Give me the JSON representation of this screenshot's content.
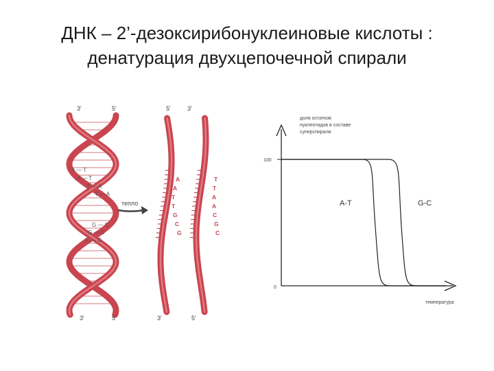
{
  "slide": {
    "title_line1": "ДНК – 2’-дезоксирибонуклеиновые кислоты :",
    "title_line2": "денатурация двухцепочечной спирали"
  },
  "dna": {
    "helix_end_labels": {
      "top_left": "3'",
      "top_right": "5'",
      "bottom_left": "3'",
      "bottom_right": "5'"
    },
    "pairs": [
      "A — T",
      "A — T",
      "T — A",
      "T — A",
      "G — C",
      "G — C",
      "C — G"
    ],
    "arrow_label": "тепло",
    "strand1": {
      "top": "5'",
      "bottom": "3'",
      "bases": [
        "A",
        "A",
        "T",
        "T",
        "G",
        "C",
        "G"
      ]
    },
    "strand2": {
      "top": "3'",
      "bottom": "5'",
      "bases": [
        "T",
        "T",
        "A",
        "A",
        "C",
        "G",
        "C"
      ]
    },
    "colors": {
      "strand": "#c9454f",
      "strand_light": "#e07b84",
      "strand_dark": "#8e2a33"
    }
  },
  "graph": {
    "ylabel_lines": [
      "доля остатков",
      "нуклеотидов в составе",
      "суперспирали"
    ],
    "y_ticks": [
      "100",
      "0"
    ],
    "xlabel": "температура",
    "curve_labels": [
      "A-T",
      "G-C"
    ]
  }
}
